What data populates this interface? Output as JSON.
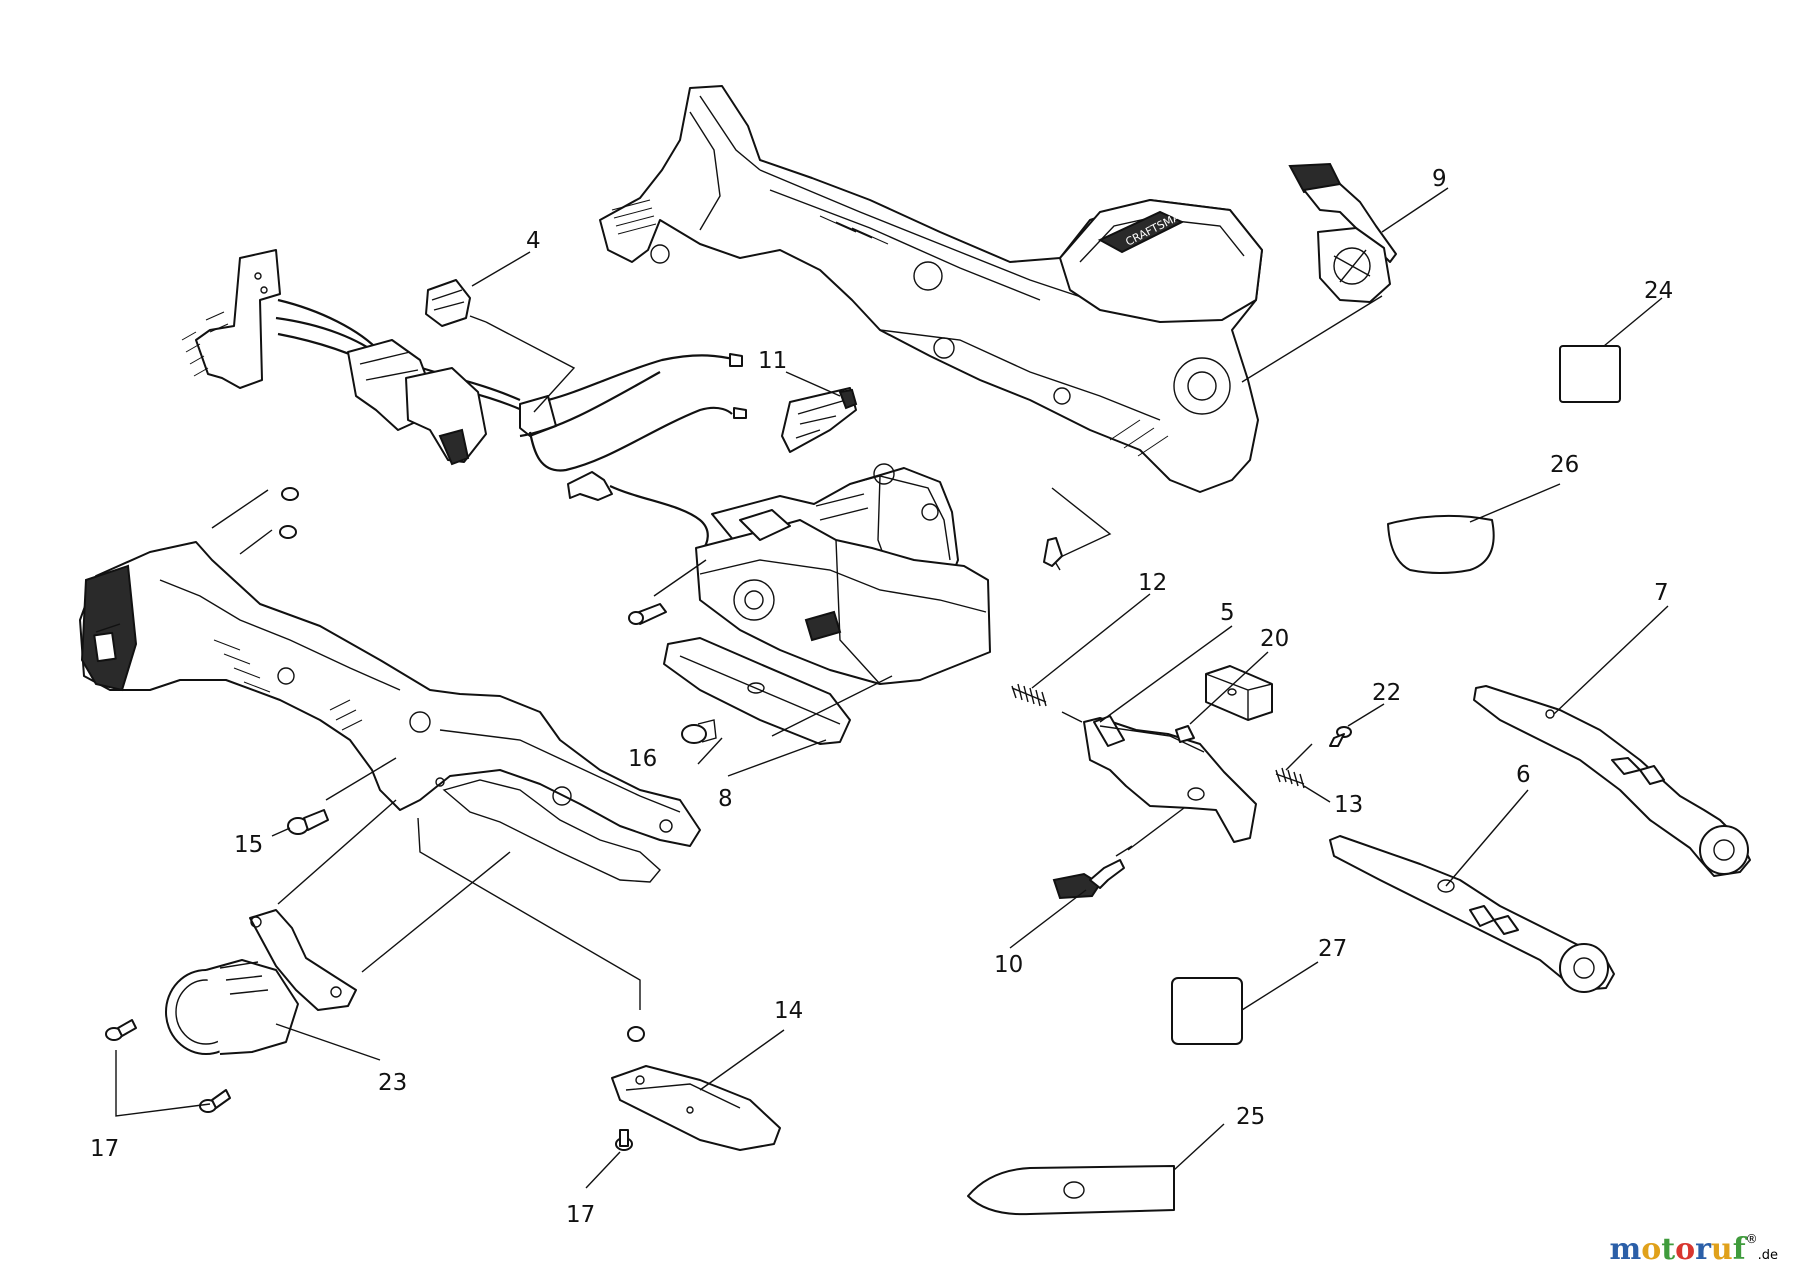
{
  "diagram": {
    "callouts": [
      {
        "id": "c4",
        "text": "4"
      },
      {
        "id": "c9",
        "text": "9"
      },
      {
        "id": "c11",
        "text": "11"
      },
      {
        "id": "c24",
        "text": "24"
      },
      {
        "id": "c26",
        "text": "26"
      },
      {
        "id": "c12",
        "text": "12"
      },
      {
        "id": "c5",
        "text": "5"
      },
      {
        "id": "c20",
        "text": "20"
      },
      {
        "id": "c7",
        "text": "7"
      },
      {
        "id": "c22",
        "text": "22"
      },
      {
        "id": "c16",
        "text": "16"
      },
      {
        "id": "c8",
        "text": "8"
      },
      {
        "id": "c13",
        "text": "13"
      },
      {
        "id": "c6",
        "text": "6"
      },
      {
        "id": "c15",
        "text": "15"
      },
      {
        "id": "c10",
        "text": "10"
      },
      {
        "id": "c27",
        "text": "27"
      },
      {
        "id": "c14",
        "text": "14"
      },
      {
        "id": "c23",
        "text": "23"
      },
      {
        "id": "c17a",
        "text": "17"
      },
      {
        "id": "c25",
        "text": "25"
      },
      {
        "id": "c17b",
        "text": "17"
      }
    ]
  },
  "watermark": {
    "letters": [
      "m",
      "o",
      "t",
      "o",
      "r",
      "u",
      "f"
    ],
    "colors": [
      "#2b5fa8",
      "#e0a11b",
      "#3f9b3c",
      "#d8362f",
      "#2b5fa8",
      "#e0a11b",
      "#3f9b3c"
    ],
    "superscript": "®",
    "suffix": ".de"
  }
}
